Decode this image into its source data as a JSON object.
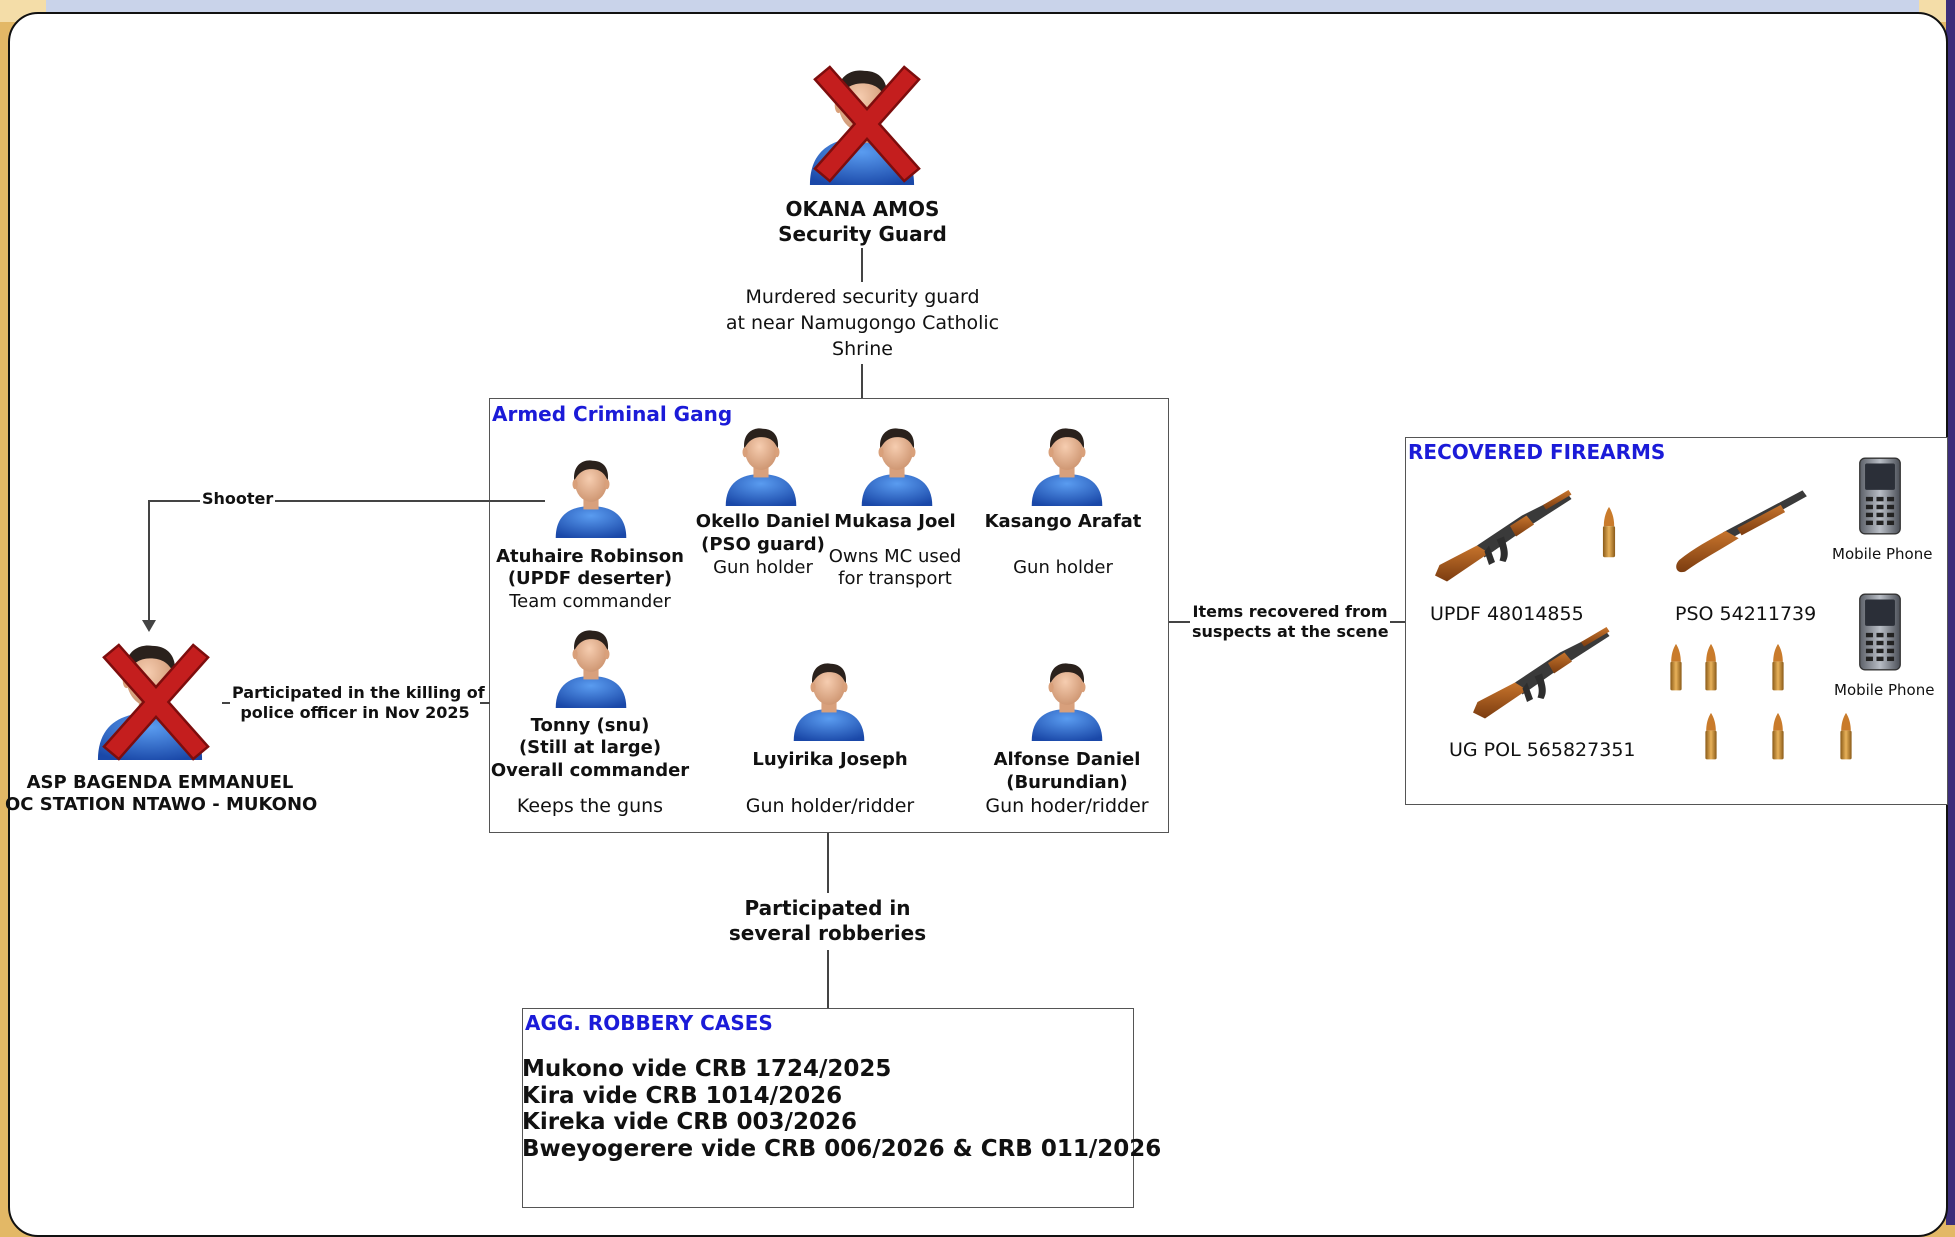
{
  "victims": {
    "top": {
      "name": "OKANA AMOS",
      "role": "Security Guard"
    },
    "left": {
      "name": "ASP BAGENDA EMMANUEL",
      "role": "OC STATION NTAWO - MUKONO"
    }
  },
  "edges": {
    "murdered": "Murdered security guard at near Namugongo Catholic Shrine",
    "murdered_lines": [
      "Murdered security guard",
      "at near Namugongo Catholic",
      "Shrine"
    ],
    "shooter": "Shooter",
    "participated_killing_lines": [
      "Participated in the killing of",
      "police officer in Nov 2025"
    ],
    "items_recovered_lines": [
      "Items recovered from",
      "suspects at the scene"
    ],
    "robberies_lines": [
      "Participated in",
      "several robberies"
    ]
  },
  "gang": {
    "title": "Armed Criminal Gang",
    "members": [
      {
        "name_lines": [
          "Atuhaire Robinson",
          "(UPDF deserter)"
        ],
        "role": "Team commander"
      },
      {
        "name_lines": [
          "Okello Daniel",
          "(PSO guard)"
        ],
        "role": "Gun holder"
      },
      {
        "name_lines": [
          "Mukasa Joel"
        ],
        "role_lines": [
          "Owns MC used",
          "for transport"
        ]
      },
      {
        "name_lines": [
          "Kasango Arafat"
        ],
        "role": "Gun holder"
      },
      {
        "name_lines": [
          "Tonny (snu)",
          "(Still at large)",
          "Overall commander"
        ],
        "role": "Keeps the guns"
      },
      {
        "name_lines": [
          "Luyirika Joseph"
        ],
        "role": "Gun holder/ridder"
      },
      {
        "name_lines": [
          "Alfonse Daniel",
          "(Burundian)"
        ],
        "role": "Gun hoder/ridder"
      }
    ]
  },
  "firearms": {
    "title": "RECOVERED FIREARMS",
    "guns": [
      "UPDF 48014855",
      "PSO 54211739",
      "UG POL 565827351"
    ],
    "phones": [
      "Mobile Phone",
      "Mobile Phone"
    ]
  },
  "cases": {
    "title": "AGG. ROBBERY CASES",
    "items": [
      "Mukono vide CRB 1724/2025",
      "Kira vide CRB 1014/2026",
      "Kireka vide CRB 003/2026",
      "Bweyogerere vide CRB 006/2026 & CRB 011/2026"
    ]
  },
  "colors": {
    "title_blue": "#1b1bd8",
    "person_shirt": "#2a62c8",
    "cross_red": "#c41e1e",
    "gun_wood": "#a4561c"
  }
}
